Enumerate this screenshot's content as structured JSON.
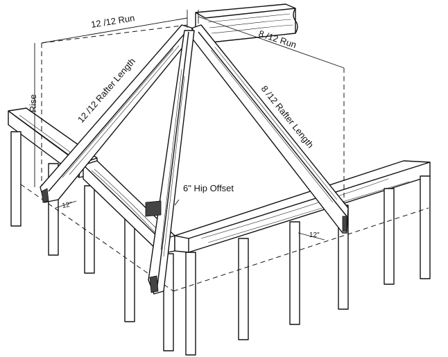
{
  "labels": {
    "run_left": "12 /12     Run",
    "run_right": "8 /12     Run",
    "rafter_left": "12 /12 Rafter Length",
    "rafter_right": "8 /12 Rafter Length",
    "rise": "Rise",
    "hip_offset": "6\" Hip Offset",
    "left_offset": "12\"",
    "right_offset": "12\""
  }
}
